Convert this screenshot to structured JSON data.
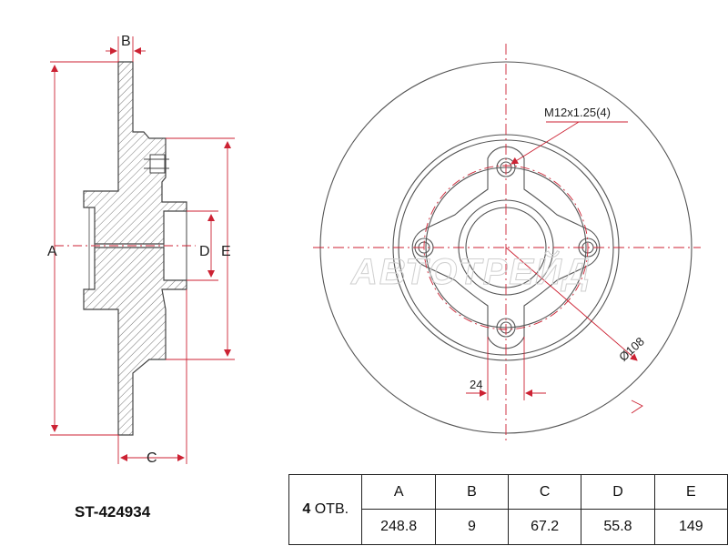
{
  "part_number": "ST-424934",
  "side_view": {
    "dim_labels": {
      "a": "A",
      "b": "B",
      "c": "C",
      "d": "D",
      "e": "E"
    }
  },
  "front_view": {
    "thread_callout": "M12x1.25(4)",
    "pcd_label": "Ø108",
    "width_label": "24"
  },
  "watermark": "АВТОТРЕЙД",
  "spec_table": {
    "holes_count": "4",
    "holes_unit": "ОТВ.",
    "headers": [
      "A",
      "B",
      "C",
      "D",
      "E"
    ],
    "values": [
      "248.8",
      "9",
      "67.2",
      "55.8",
      "149"
    ]
  },
  "colors": {
    "line": "#555555",
    "dimension": "#cc2233"
  }
}
